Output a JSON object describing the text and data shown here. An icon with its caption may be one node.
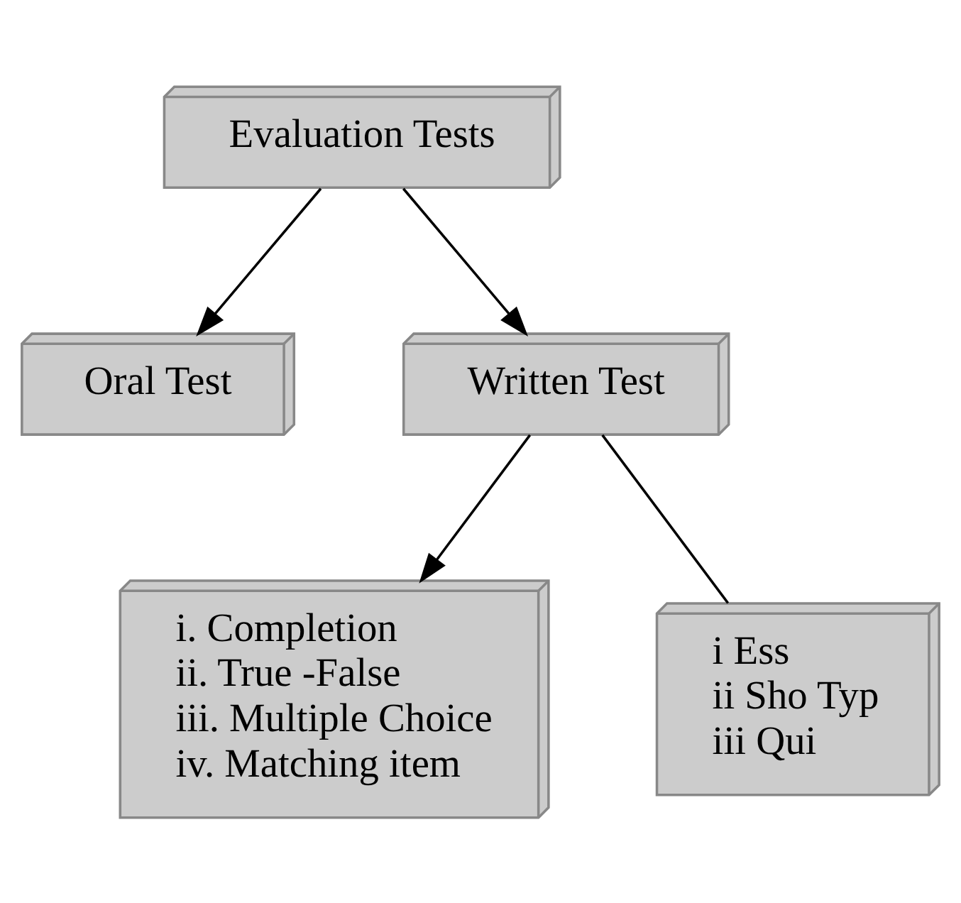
{
  "diagram": {
    "nodes": [
      {
        "text": [
          "Evaluation Tests"
        ]
      },
      {
        "text": [
          "Oral Test"
        ]
      },
      {
        "text": [
          "Written Test"
        ]
      },
      {
        "text": [
          "i. Completion",
          "ii. True -False",
          "iii. Multiple Choice",
          "iv. Matching item"
        ]
      },
      {
        "text": [
          "i Ess",
          "ii Sho Typ",
          "iii Qui"
        ]
      }
    ],
    "edges": [
      {
        "from": 0,
        "to": 1,
        "arrow": "to"
      },
      {
        "from": 0,
        "to": 2,
        "arrow": "to"
      },
      {
        "from": 2,
        "to": 3,
        "arrow": "to"
      },
      {
        "from": 2,
        "to": 4,
        "arrow": "none"
      }
    ]
  }
}
